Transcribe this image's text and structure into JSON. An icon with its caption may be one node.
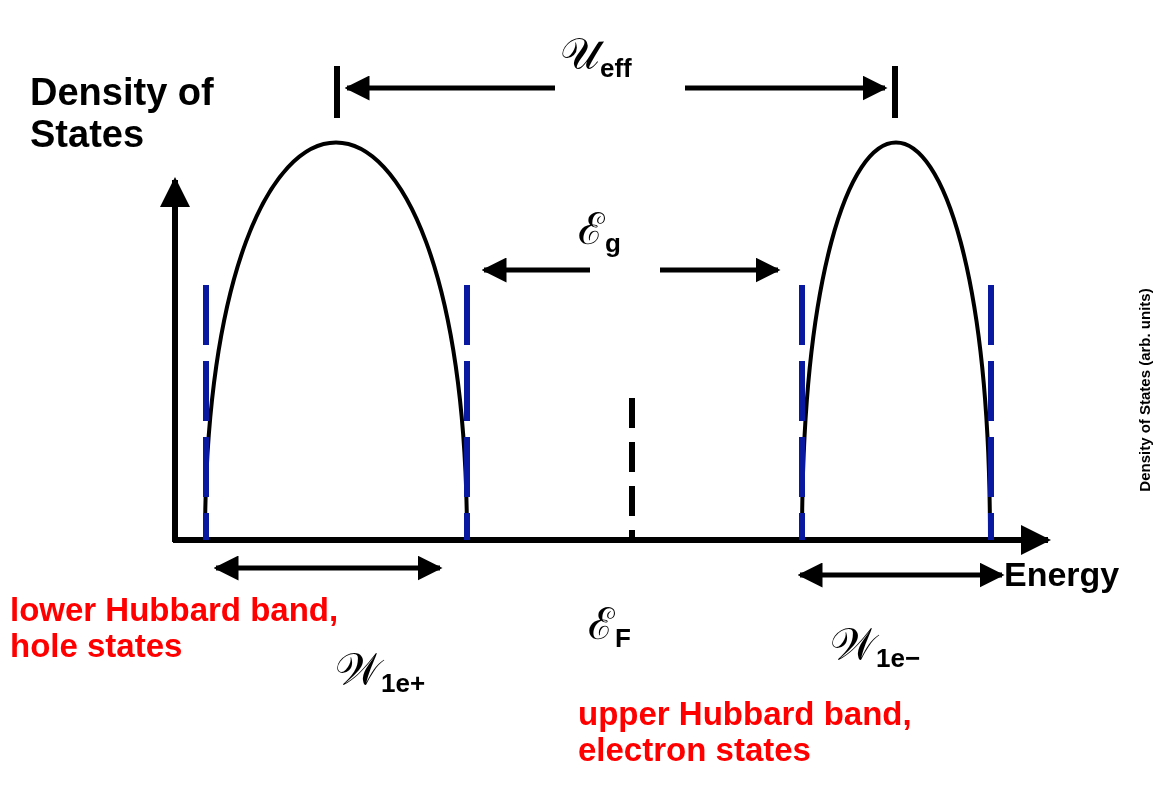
{
  "diagram": {
    "labels": [
      "Density of States",
      "𝒰$_{eff}$",
      "ℰ$_{g}$",
      "Density of States (arb. units)",
      "Energy",
      "lower Hubbard band, hole states",
      "ℰ$_{F}$",
      "𝒲$_{1e+}$",
      "𝒲$_{1e−}$",
      "upper Hubbard band, electron states"
    ]
  }
}
